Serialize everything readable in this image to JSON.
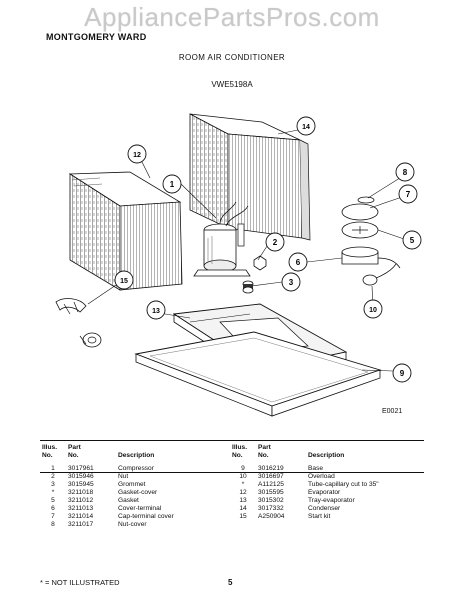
{
  "watermark": "AppliancePartsPros.com",
  "header": {
    "brand": "MONTGOMERY WARD",
    "title": "ROOM AIR CONDITIONER",
    "model": "VWE5198A"
  },
  "diagram": {
    "code": "E0021",
    "callouts": [
      "1",
      "2",
      "3",
      "5",
      "6",
      "7",
      "8",
      "9",
      "10",
      "12",
      "13",
      "14",
      "15"
    ]
  },
  "parts_table": {
    "headers": {
      "illus": "Illus.\nNo.",
      "part": "Part\nNo.",
      "desc": "Description"
    },
    "left": [
      {
        "illus": "1",
        "part": "3017961",
        "desc": "Compressor"
      },
      {
        "illus": "2",
        "part": "3015946",
        "desc": "Nut"
      },
      {
        "illus": "3",
        "part": "3015945",
        "desc": "Grommet"
      },
      {
        "illus": "*",
        "part": "3211018",
        "desc": "Gasket-cover"
      },
      {
        "illus": "5",
        "part": "3211012",
        "desc": "Gasket"
      },
      {
        "illus": "6",
        "part": "3211013",
        "desc": "Cover-terminal"
      },
      {
        "illus": "7",
        "part": "3211014",
        "desc": "Cap-terminal cover"
      },
      {
        "illus": "8",
        "part": "3211017",
        "desc": "Nut-cover"
      }
    ],
    "right": [
      {
        "illus": "9",
        "part": "3016219",
        "desc": "Base"
      },
      {
        "illus": "10",
        "part": "3016697",
        "desc": "Overload"
      },
      {
        "illus": "*",
        "part": "A112125",
        "desc": "Tube-capillary cut to 35\""
      },
      {
        "illus": "12",
        "part": "3015595",
        "desc": "Evaporator"
      },
      {
        "illus": "13",
        "part": "3015302",
        "desc": "Tray-evaporator"
      },
      {
        "illus": "14",
        "part": "3017332",
        "desc": "Condenser"
      },
      {
        "illus": "15",
        "part": "A250904",
        "desc": "Start kit"
      }
    ]
  },
  "footer": {
    "note": "* = NOT ILLUSTRATED",
    "page": "5"
  }
}
